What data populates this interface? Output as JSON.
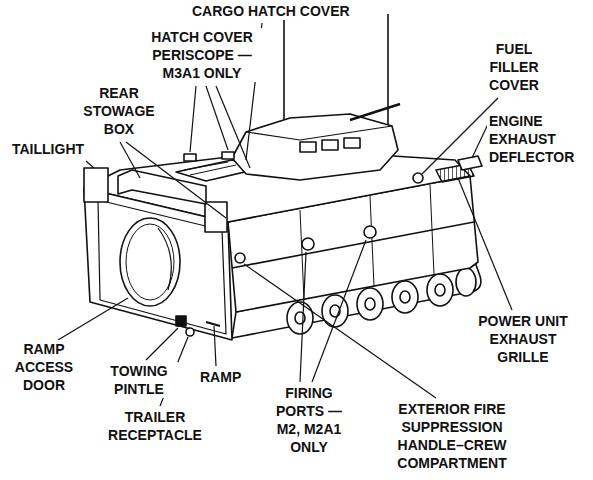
{
  "diagram": {
    "labels": [
      "CARGO HATCH COVER",
      "HATCH COVER PERISCOPE — M3A1 ONLY",
      "REAR STOWAGE BOX",
      "TAILLIGHT",
      "FUEL FILLER COVER",
      "ENGINE EXHAUST DEFLECTOR",
      "POWER UNIT EXHAUST GRILLE",
      "RAMP ACCESS DOOR",
      "TOWING PINTLE",
      "RAMP",
      "TRAILER RECEPTACLE",
      "FIRING PORTS — M2, M2A1 ONLY",
      "EXTERIOR FIRE SUPPRESSION HANDLE–CREW COMPARTMENT"
    ]
  }
}
